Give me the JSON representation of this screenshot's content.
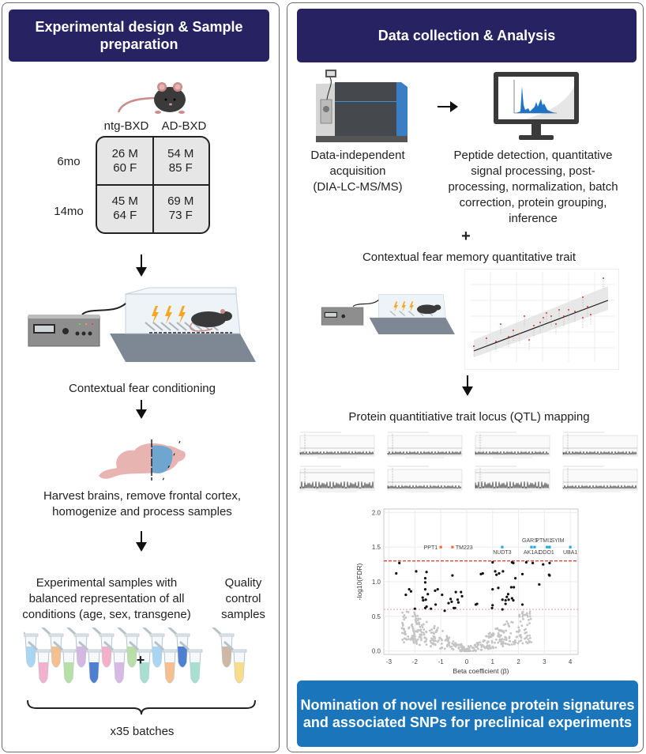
{
  "left_panel": {
    "title": "Experimental design & Sample preparation",
    "design_table": {
      "columns": [
        "ntg-BXD",
        "AD-BXD"
      ],
      "rows": [
        {
          "label": "6mo",
          "cells": [
            {
              "male": "26 M",
              "female": "60 F"
            },
            {
              "male": "54 M",
              "female": "85 F"
            }
          ]
        },
        {
          "label": "14mo",
          "cells": [
            {
              "male": "45 M",
              "female": "64 F"
            },
            {
              "male": "69 M",
              "female": "73 F"
            }
          ]
        }
      ]
    },
    "steps": {
      "fear_conditioning": "Contextual fear conditioning",
      "harvest_line1": "Harvest brains, remove frontal cortex,",
      "harvest_line2": "homogenize and process samples",
      "experimental_line1": "Experimental samples with",
      "experimental_line2": "balanced representation of all",
      "experimental_line3": "conditions (age, sex, transgene)",
      "qc_line1": "Quality",
      "qc_line2": "control",
      "qc_line3": "samples",
      "plus": "+",
      "batches": "x35 batches"
    },
    "tube_colors": [
      "#a9d6f2",
      "#f2b1cf",
      "#f5bf8f",
      "#b7e0a6",
      "#d4b8e3",
      "#4f7fcf",
      "#f4b0c9",
      "#d8b9e6",
      "#b9dfa6",
      "#a8dfd0",
      "#a9d6f2",
      "#f5bf8f",
      "#4f7fcf",
      "#a8dfd0",
      "#cdb8a6",
      "#f6dc8b"
    ]
  },
  "right_panel": {
    "title": "Data collection & Analysis",
    "dia_line1": "Data-independent",
    "dia_line2": "acquisition",
    "dia_line3": "(DIA-LC-MS/MS)",
    "processing_line1": "Peptide detection, quantitative",
    "processing_line2": "signal processing, post-",
    "processing_line3": "processing, normalization, batch",
    "processing_line4": "correction, protein grouping,",
    "processing_line5": "inference",
    "plus": "+",
    "trait_title": "Contextual fear memory quantitative trait",
    "qtl_title": "Protein quantitiative trait locus (QTL) mapping",
    "qtl_panel_count": 8,
    "final": "Nomination of novel resilience protein signatures and associated SNPs for preclinical experiments"
  },
  "colors": {
    "header_navy": "#272262",
    "final_blue": "#1b75bb",
    "sig_blue": "#29a8e0",
    "sig_orange": "#f26b3a",
    "threshold_red": "#e03030",
    "threshold_pink": "#f4a0a0"
  },
  "chart_data": {
    "type": "scatter",
    "title": "",
    "xlabel": "Beta coefficient (β)",
    "ylabel": "-log10(FDR)",
    "xlim": [
      -3.2,
      4.3
    ],
    "ylim": [
      -0.05,
      2.05
    ],
    "x_ticks": [
      -3,
      -2,
      -1,
      0,
      1,
      2,
      3,
      4
    ],
    "y_ticks": [
      "0.0",
      "0.5",
      "1.0",
      "1.5",
      "2.0"
    ],
    "y_tick_values": [
      0,
      0.5,
      1.0,
      1.5,
      2.0
    ],
    "grid": true,
    "thresholds": [
      {
        "name": "FDR 0.05",
        "y": 1.3,
        "style": "dashed",
        "color": "#e03030"
      },
      {
        "name": "FDR 0.25",
        "y": 0.6,
        "style": "dotted",
        "color": "#f4a0a0"
      }
    ],
    "labeled_points": [
      {
        "label": "PPT1",
        "x": -1.0,
        "y": 1.5,
        "group": "negative"
      },
      {
        "label": "TM223",
        "x": -0.55,
        "y": 1.5,
        "group": "negative"
      },
      {
        "label": "NUDT3",
        "x": 1.37,
        "y": 1.5,
        "group": "positive"
      },
      {
        "label": "GARS",
        "x": 2.5,
        "y": 1.5,
        "group": "positive"
      },
      {
        "label": "AK1A1",
        "x": 2.62,
        "y": 1.5,
        "group": "positive"
      },
      {
        "label": "PTMI1",
        "x": 3.1,
        "y": 1.5,
        "group": "positive"
      },
      {
        "label": "ODO1",
        "x": 3.2,
        "y": 1.5,
        "group": "positive"
      },
      {
        "label": "SYIM",
        "x": 3.2,
        "y": 1.5,
        "group": "positive"
      },
      {
        "label": "UBA1",
        "x": 4.0,
        "y": 1.5,
        "group": "positive"
      }
    ],
    "nominal_points": [
      [
        -2.6,
        1.27
      ],
      [
        -2.72,
        1.12
      ],
      [
        -1.95,
        1.15
      ],
      [
        -1.55,
        1.14
      ],
      [
        -2.22,
        0.89
      ],
      [
        -2.15,
        0.86
      ],
      [
        -2.35,
        0.81
      ],
      [
        -1.7,
        0.77
      ],
      [
        -1.68,
        0.73
      ],
      [
        -2.0,
        0.61
      ],
      [
        -1.6,
        1.05
      ],
      [
        -1.6,
        0.99
      ],
      [
        -1.6,
        0.89
      ],
      [
        -1.5,
        0.82
      ],
      [
        -1.58,
        0.74
      ],
      [
        -1.55,
        0.64
      ],
      [
        -1.6,
        0.62
      ],
      [
        -1.38,
        0.61
      ],
      [
        -1.2,
        0.67
      ],
      [
        -1.22,
        0.87
      ],
      [
        -1.12,
        0.89
      ],
      [
        -0.95,
        0.81
      ],
      [
        -0.85,
        0.58
      ],
      [
        -0.7,
        0.69
      ],
      [
        -0.62,
        0.75
      ],
      [
        -0.58,
        0.71
      ],
      [
        -0.5,
        0.62
      ],
      [
        -0.45,
        0.62
      ],
      [
        -0.42,
        0.85
      ],
      [
        -0.35,
        0.74
      ],
      [
        -0.32,
        0.7
      ],
      [
        -0.22,
        0.85
      ],
      [
        -0.18,
        0.79
      ],
      [
        -0.55,
        1.09
      ],
      [
        0.35,
        0.67
      ],
      [
        0.4,
        0.68
      ],
      [
        0.55,
        1.11
      ],
      [
        0.62,
        1.12
      ],
      [
        1.0,
        1.28
      ],
      [
        1.0,
        0.89
      ],
      [
        1.0,
        0.66
      ],
      [
        0.98,
        0.62
      ],
      [
        1.1,
        1.15
      ],
      [
        1.15,
        1.1
      ],
      [
        1.25,
        1.12
      ],
      [
        1.4,
        1.15
      ],
      [
        1.22,
        0.91
      ],
      [
        1.38,
        0.74
      ],
      [
        1.38,
        0.6
      ],
      [
        1.5,
        0.73
      ],
      [
        1.55,
        0.78
      ],
      [
        1.6,
        0.82
      ],
      [
        1.62,
        0.74
      ],
      [
        1.5,
        0.68
      ],
      [
        1.72,
        0.92
      ],
      [
        1.75,
        0.76
      ],
      [
        1.8,
        0.73
      ],
      [
        1.82,
        0.92
      ],
      [
        1.75,
        1.28
      ],
      [
        1.8,
        1.27
      ],
      [
        1.88,
        1.05
      ],
      [
        2.15,
        1.11
      ],
      [
        2.15,
        0.67
      ],
      [
        2.3,
        1.28
      ],
      [
        2.55,
        1.27
      ],
      [
        2.8,
        0.96
      ],
      [
        2.95,
        1.25
      ],
      [
        3.2,
        1.27
      ],
      [
        3.2,
        1.09
      ],
      [
        3.18,
        1.1
      ]
    ]
  }
}
